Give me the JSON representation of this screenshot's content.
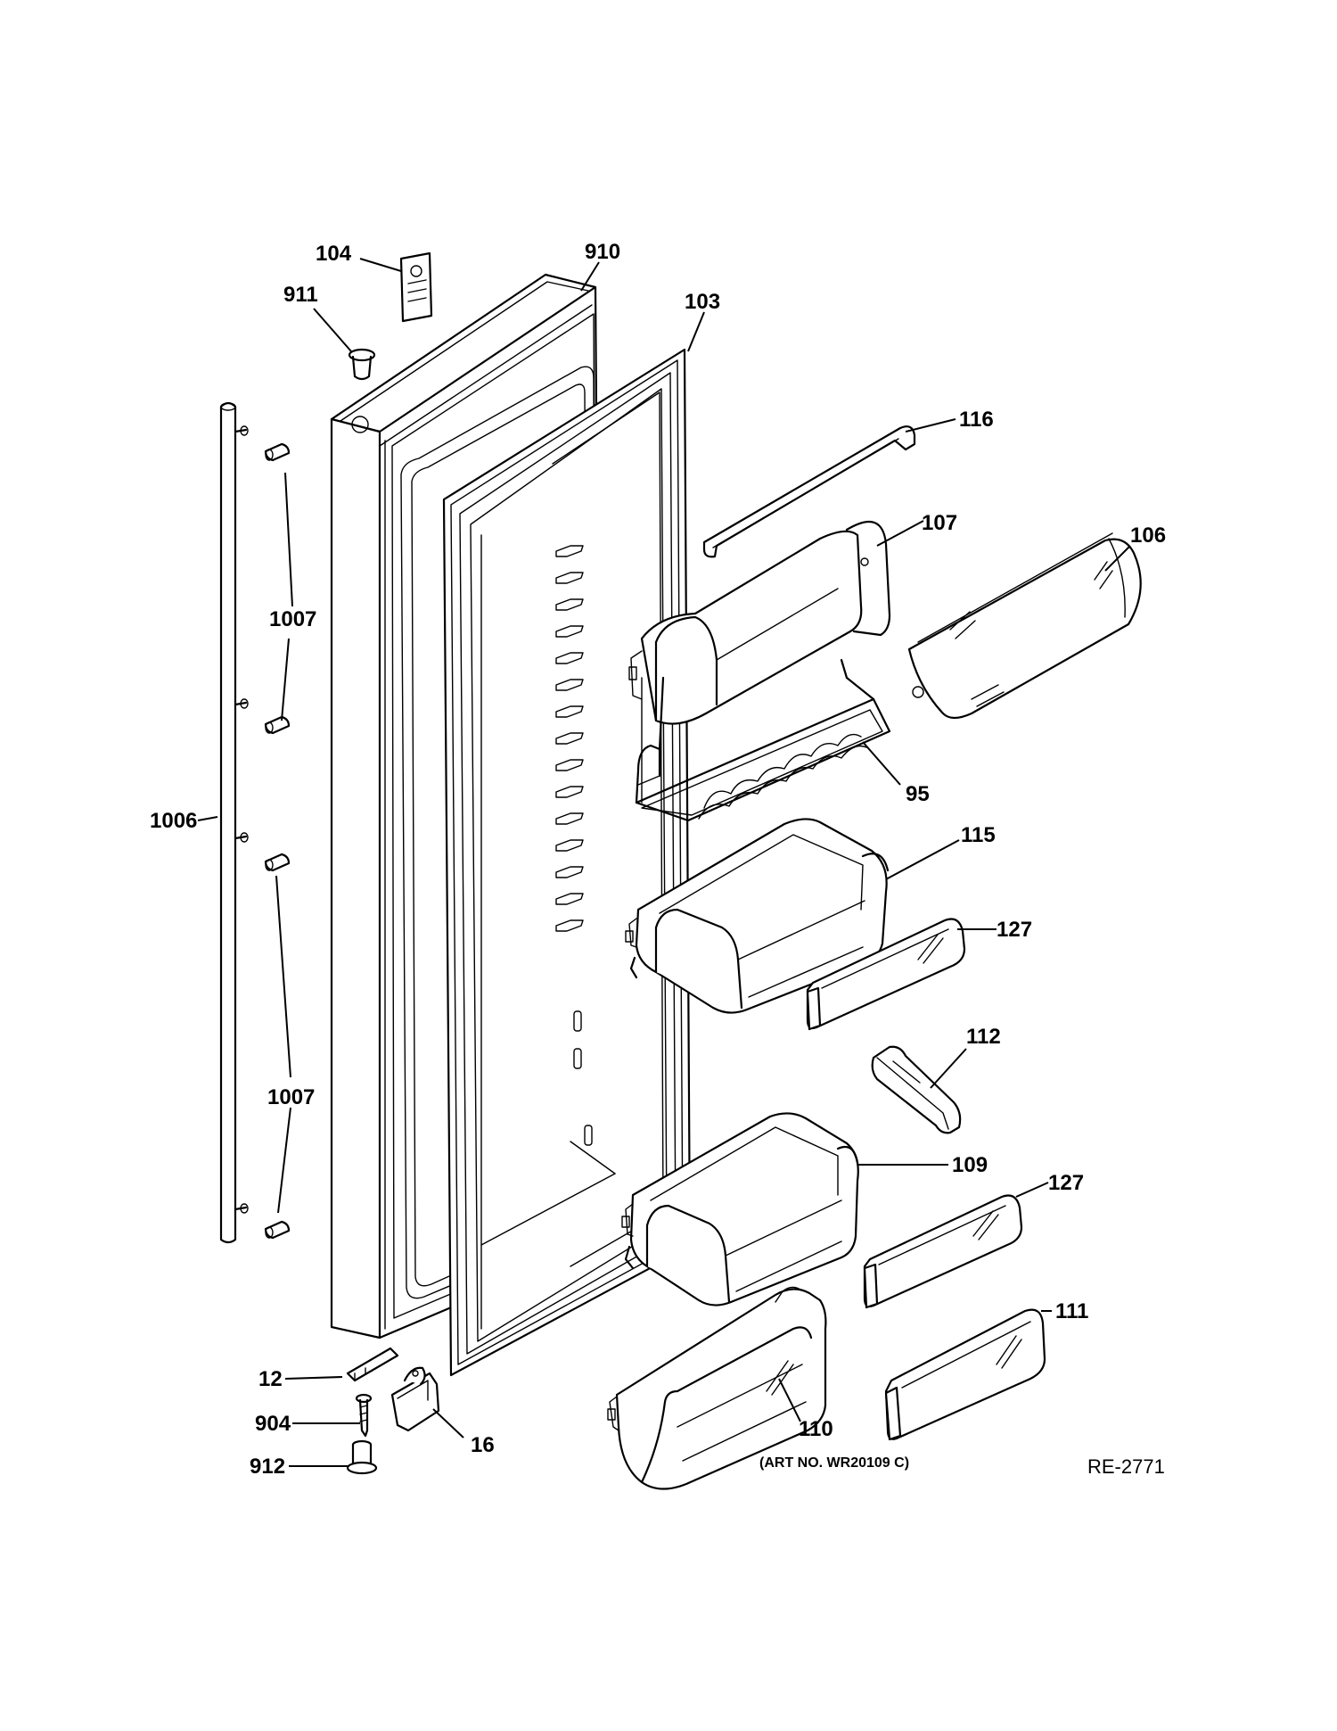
{
  "diagram": {
    "parts": [
      {
        "id": "p104",
        "label": "104"
      },
      {
        "id": "p910",
        "label": "910"
      },
      {
        "id": "p911",
        "label": "911"
      },
      {
        "id": "p103",
        "label": "103"
      },
      {
        "id": "p116",
        "label": "116"
      },
      {
        "id": "p107",
        "label": "107"
      },
      {
        "id": "p106",
        "label": "106"
      },
      {
        "id": "p1007a",
        "label": "1007"
      },
      {
        "id": "p95",
        "label": "95"
      },
      {
        "id": "p1006",
        "label": "1006"
      },
      {
        "id": "p115",
        "label": "115"
      },
      {
        "id": "p127a",
        "label": "127"
      },
      {
        "id": "p112",
        "label": "112"
      },
      {
        "id": "p1007b",
        "label": "1007"
      },
      {
        "id": "p109",
        "label": "109"
      },
      {
        "id": "p127b",
        "label": "127"
      },
      {
        "id": "p111",
        "label": "111"
      },
      {
        "id": "p12",
        "label": "12"
      },
      {
        "id": "p904",
        "label": "904"
      },
      {
        "id": "p16",
        "label": "16"
      },
      {
        "id": "p110",
        "label": "110"
      },
      {
        "id": "p912",
        "label": "912"
      }
    ],
    "art_note": "(ART NO. WR20109 C)",
    "reference": "RE-2771"
  }
}
